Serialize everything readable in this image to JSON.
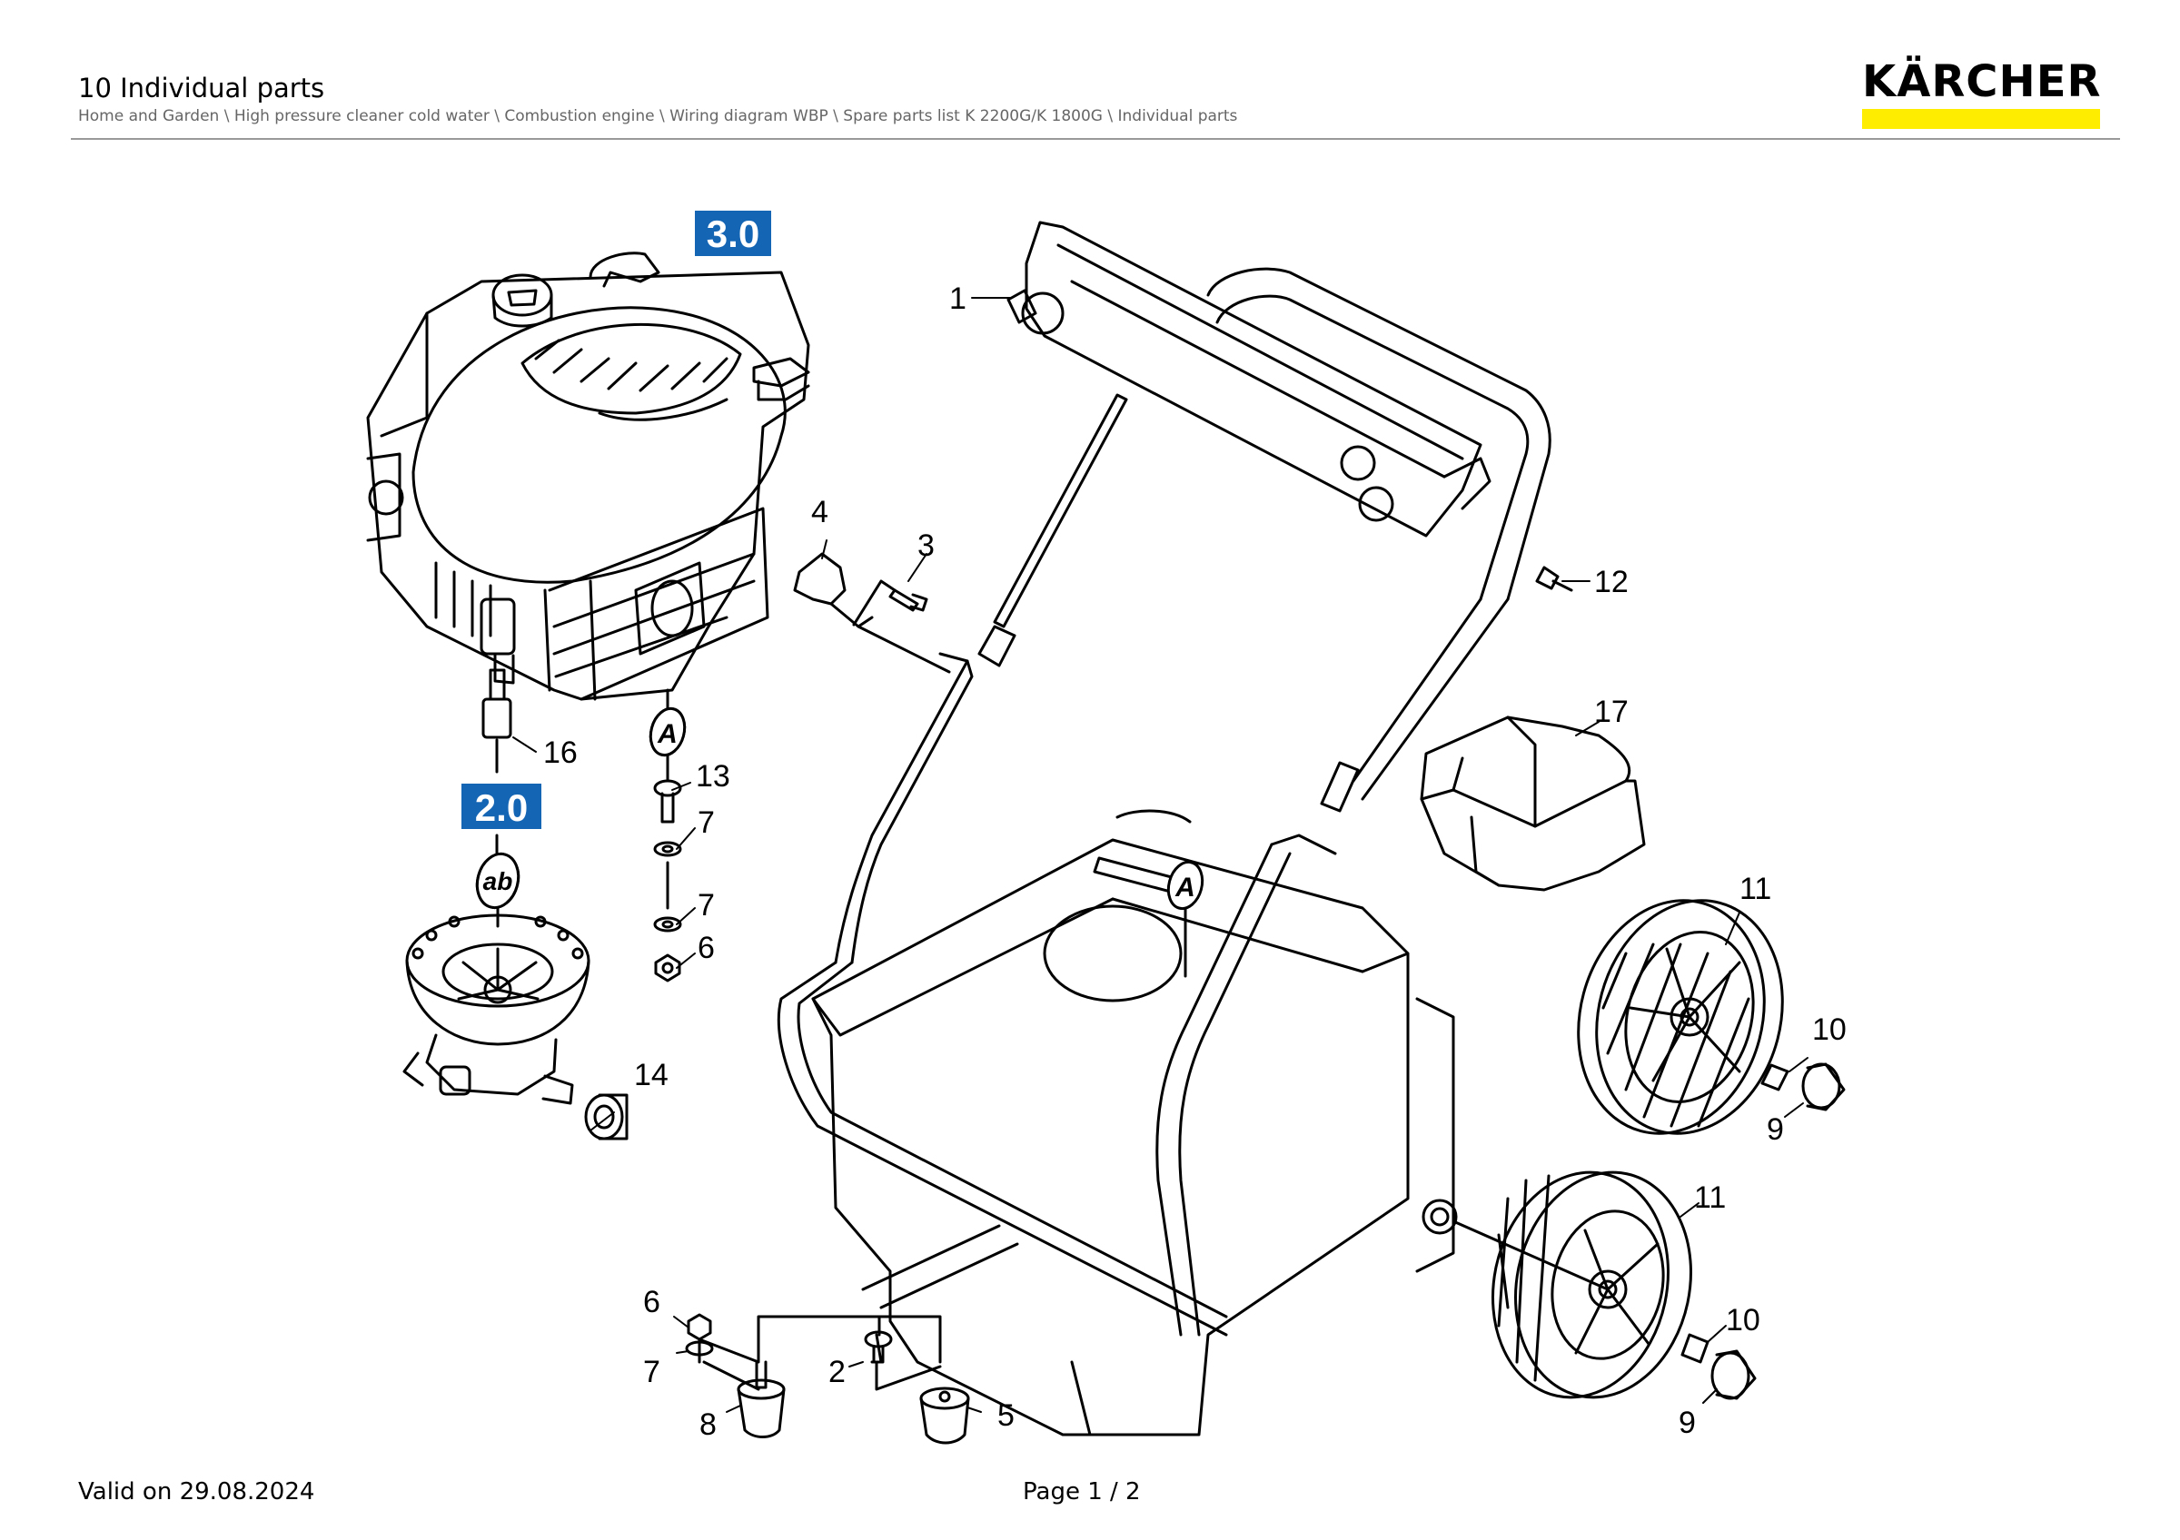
{
  "header": {
    "title": "10 Individual parts",
    "breadcrumb": "Home and Garden \\ High pressure cleaner cold water \\ Combustion engine \\ Wiring diagram WBP \\ Spare parts list K 2200G/K 1800G \\ Individual parts",
    "logo_text": "KÄRCHER",
    "brand_color": "#ffed00"
  },
  "diagram": {
    "group_labels": [
      "3.0",
      "2.0"
    ],
    "group_label_color": "#1565b5",
    "markers": [
      "A",
      "A",
      "ab"
    ],
    "part_callouts": [
      "1",
      "3",
      "4",
      "12",
      "16",
      "13",
      "7",
      "7",
      "6",
      "17",
      "11",
      "10",
      "9",
      "14",
      "11",
      "10",
      "9",
      "6",
      "7",
      "2",
      "8",
      "5"
    ]
  },
  "footer": {
    "valid_on": "Valid on 29.08.2024",
    "page": "Page 1 / 2"
  }
}
